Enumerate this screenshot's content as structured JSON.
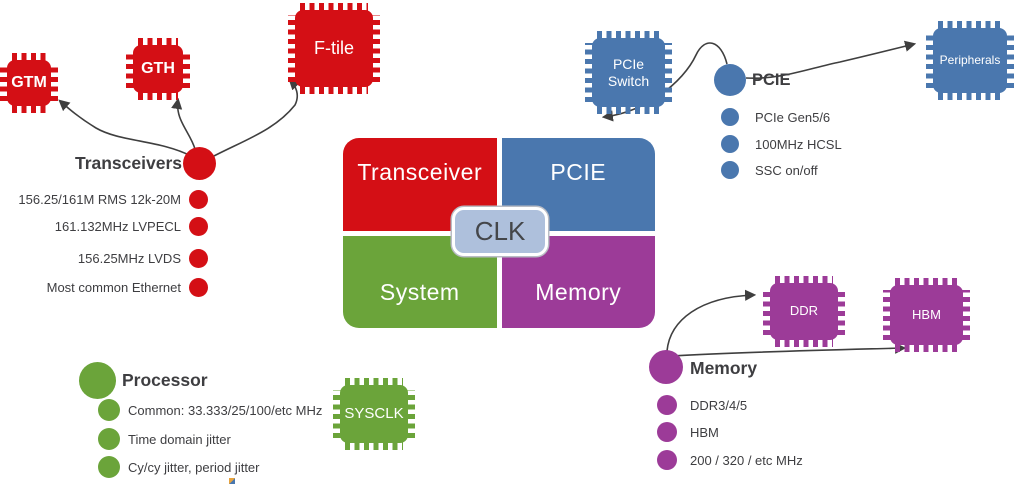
{
  "quadrant": {
    "top_left": {
      "label": "Transceiver",
      "color": "#d40f15"
    },
    "top_right": {
      "label": "PCIE",
      "color": "#4a77ae"
    },
    "bottom_left": {
      "label": "System",
      "color": "#6ba43a"
    },
    "bottom_right": {
      "label": "Memory",
      "color": "#9c3b98"
    },
    "center": {
      "label": "CLK",
      "color": "#aec0dc"
    }
  },
  "chips": {
    "gtm": {
      "label": "GTM"
    },
    "gth": {
      "label": "GTH"
    },
    "ftile": {
      "label": "F-tile"
    },
    "pcie_switch": {
      "label": "PCIe Switch"
    },
    "peripherals": {
      "label": "Peripherals"
    },
    "sysclk": {
      "label": "SYSCLK"
    },
    "ddr": {
      "label": "DDR"
    },
    "hbm": {
      "label": "HBM"
    }
  },
  "sections": {
    "transceivers": {
      "heading": "Transceivers",
      "color": "#d40f15",
      "bullets": [
        "156.25/161M RMS 12k-20M",
        "161.132MHz LVPECL",
        "156.25MHz LVDS",
        "Most common Ethernet"
      ]
    },
    "pcie": {
      "heading": "PCIE",
      "color": "#4a77ae",
      "bullets": [
        "PCIe Gen5/6",
        "100MHz HCSL",
        "SSC on/off"
      ]
    },
    "processor": {
      "heading": "Processor",
      "color": "#6ba43a",
      "bullets": [
        "Common: 33.333/25/100/etc MHz",
        "Time domain jitter",
        "Cy/cy jitter, period jitter"
      ]
    },
    "memory": {
      "heading": "Memory",
      "color": "#9c3b98",
      "bullets": [
        "DDR3/4/5",
        "HBM",
        "200 / 320 / etc MHz"
      ]
    }
  }
}
